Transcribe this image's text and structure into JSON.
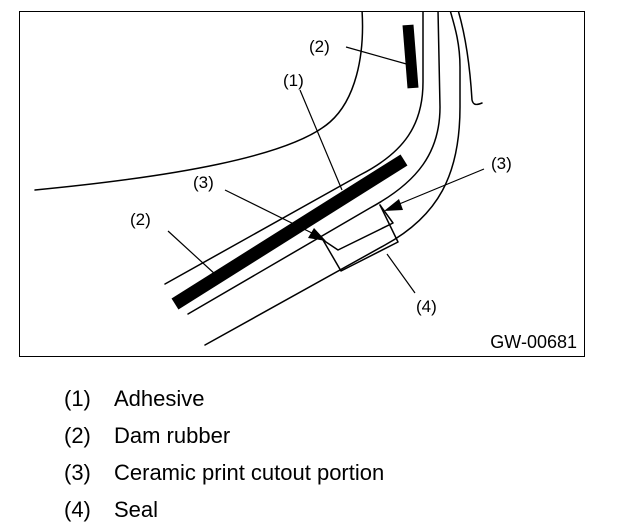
{
  "figure": {
    "code": "GW-00681",
    "callouts": {
      "c2_top": "(2)",
      "c1": "(1)",
      "c3_left": "(3)",
      "c3_right": "(3)",
      "c2_left": "(2)",
      "c4": "(4)"
    }
  },
  "legend": [
    {
      "num": "(1)",
      "text": "Adhesive"
    },
    {
      "num": "(2)",
      "text": "Dam rubber"
    },
    {
      "num": "(3)",
      "text": "Ceramic print cutout portion"
    },
    {
      "num": "(4)",
      "text": "Seal"
    }
  ]
}
